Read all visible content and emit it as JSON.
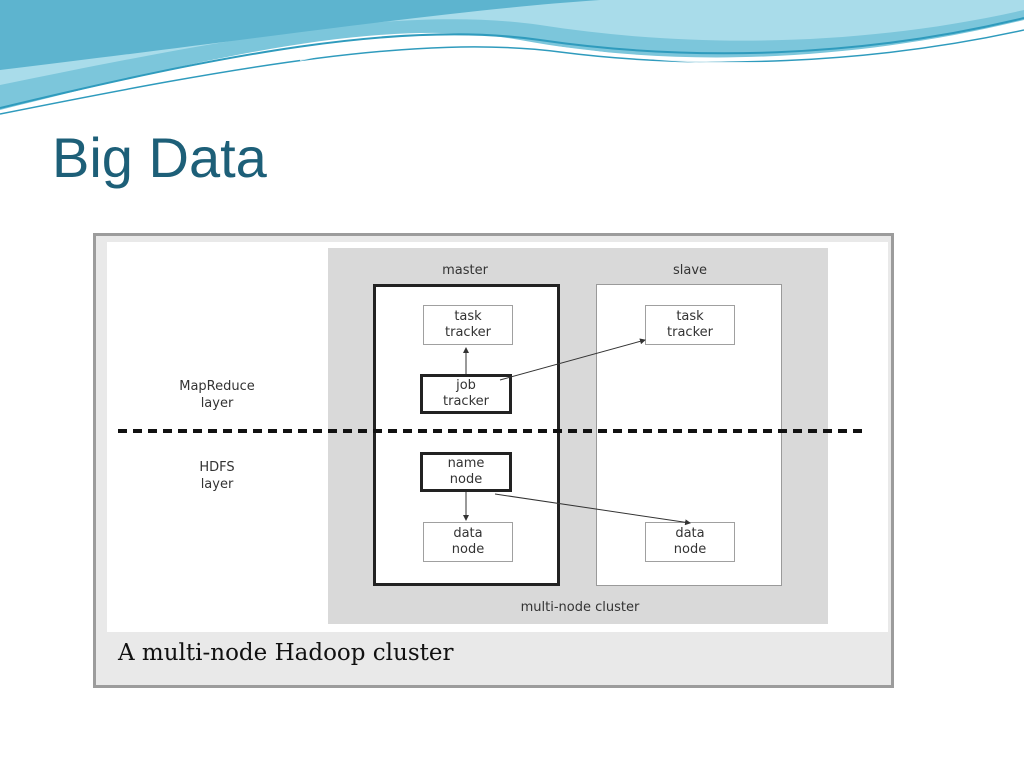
{
  "slide": {
    "title": "Big Data"
  },
  "diagram": {
    "columns": {
      "master": "master",
      "slave": "slave"
    },
    "layers": {
      "mapreduce": "MapReduce\nlayer",
      "hdfs": "HDFS\nlayer"
    },
    "nodes": {
      "master_task_tracker": "task\ntracker",
      "job_tracker": "job\ntracker",
      "name_node": "name\nnode",
      "master_data_node": "data\nnode",
      "slave_task_tracker": "task\ntracker",
      "slave_data_node": "data\nnode"
    },
    "cluster_label": "multi-node cluster",
    "caption": "A multi-node Hadoop cluster"
  },
  "colors": {
    "title": "#1d5f78",
    "wave_dark": "#3aa6c4",
    "wave_light": "#a9dcea"
  }
}
